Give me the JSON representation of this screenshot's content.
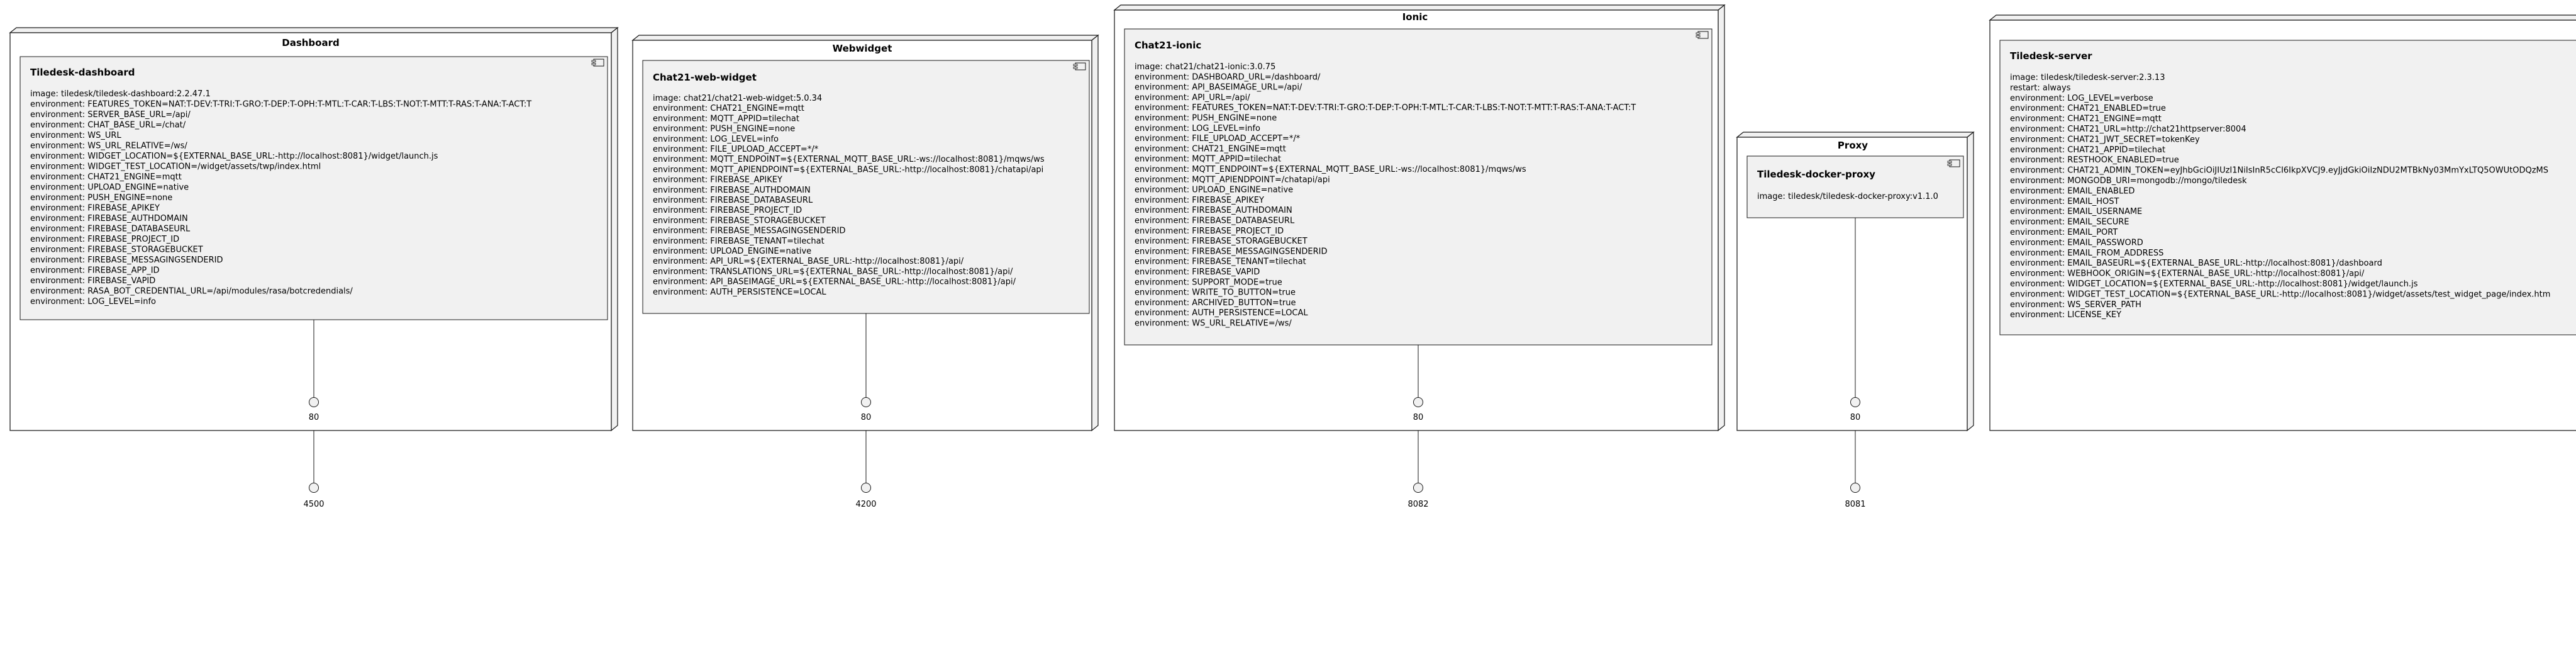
{
  "nodes": [
    {
      "title": "Dashboard",
      "component": {
        "name": "Tiledesk-dashboard",
        "lines": [
          "image: tiledesk/tiledesk-dashboard:2.2.47.1",
          "environment: FEATURES_TOKEN=NAT:T-DEV:T-TRI:T-GRO:T-DEP:T-OPH:T-MTL:T-CAR:T-LBS:T-NOT:T-MTT:T-RAS:T-ANA:T-ACT:T",
          "environment: SERVER_BASE_URL=/api/",
          "environment: CHAT_BASE_URL=/chat/",
          "environment: WS_URL",
          "environment: WS_URL_RELATIVE=/ws/",
          "environment: WIDGET_LOCATION=${EXTERNAL_BASE_URL:-http://localhost:8081}/widget/launch.js",
          "environment: WIDGET_TEST_LOCATION=/widget/assets/twp/index.html",
          "environment: CHAT21_ENGINE=mqtt",
          "environment: UPLOAD_ENGINE=native",
          "environment: PUSH_ENGINE=none",
          "environment: FIREBASE_APIKEY",
          "environment: FIREBASE_AUTHDOMAIN",
          "environment: FIREBASE_DATABASEURL",
          "environment: FIREBASE_PROJECT_ID",
          "environment: FIREBASE_STORAGEBUCKET",
          "environment: FIREBASE_MESSAGINGSENDERID",
          "environment: FIREBASE_APP_ID",
          "environment: FIREBASE_VAPID",
          "environment: RASA_BOT_CREDENTIAL_URL=/api/modules/rasa/botcredendials/",
          "environment: LOG_LEVEL=info"
        ]
      },
      "internal_port": "80",
      "external_port": "4500"
    },
    {
      "title": "Webwidget",
      "component": {
        "name": "Chat21-web-widget",
        "lines": [
          "image: chat21/chat21-web-widget:5.0.34",
          "environment: CHAT21_ENGINE=mqtt",
          "environment: MQTT_APPID=tilechat",
          "environment: PUSH_ENGINE=none",
          "environment: LOG_LEVEL=info",
          "environment: FILE_UPLOAD_ACCEPT=*/*",
          "environment: MQTT_ENDPOINT=${EXTERNAL_MQTT_BASE_URL:-ws://localhost:8081}/mqws/ws",
          "environment: MQTT_APIENDPOINT=${EXTERNAL_BASE_URL:-http://localhost:8081}/chatapi/api",
          "environment: FIREBASE_APIKEY",
          "environment: FIREBASE_AUTHDOMAIN",
          "environment: FIREBASE_DATABASEURL",
          "environment: FIREBASE_PROJECT_ID",
          "environment: FIREBASE_STORAGEBUCKET",
          "environment: FIREBASE_MESSAGINGSENDERID",
          "environment: FIREBASE_TENANT=tilechat",
          "environment: UPLOAD_ENGINE=native",
          "environment: API_URL=${EXTERNAL_BASE_URL:-http://localhost:8081}/api/",
          "environment: TRANSLATIONS_URL=${EXTERNAL_BASE_URL:-http://localhost:8081}/api/",
          "environment: API_BASEIMAGE_URL=${EXTERNAL_BASE_URL:-http://localhost:8081}/api/",
          "environment: AUTH_PERSISTENCE=LOCAL"
        ]
      },
      "internal_port": "80",
      "external_port": "4200"
    },
    {
      "title": "Ionic",
      "component": {
        "name": "Chat21-ionic",
        "lines": [
          "image: chat21/chat21-ionic:3.0.75",
          "environment: DASHBOARD_URL=/dashboard/",
          "environment: API_BASEIMAGE_URL=/api/",
          "environment: API_URL=/api/",
          "environment: FEATURES_TOKEN=NAT:T-DEV:T-TRI:T-GRO:T-DEP:T-OPH:T-MTL:T-CAR:T-LBS:T-NOT:T-MTT:T-RAS:T-ANA:T-ACT:T",
          "environment: PUSH_ENGINE=none",
          "environment: LOG_LEVEL=info",
          "environment: FILE_UPLOAD_ACCEPT=*/*",
          "environment: CHAT21_ENGINE=mqtt",
          "environment: MQTT_APPID=tilechat",
          "environment: MQTT_ENDPOINT=${EXTERNAL_MQTT_BASE_URL:-ws://localhost:8081}/mqws/ws",
          "environment: MQTT_APIENDPOINT=/chatapi/api",
          "environment: UPLOAD_ENGINE=native",
          "environment: FIREBASE_APIKEY",
          "environment: FIREBASE_AUTHDOMAIN",
          "environment: FIREBASE_DATABASEURL",
          "environment: FIREBASE_PROJECT_ID",
          "environment: FIREBASE_STORAGEBUCKET",
          "environment: FIREBASE_MESSAGINGSENDERID",
          "environment: FIREBASE_TENANT=tilechat",
          "environment: FIREBASE_VAPID",
          "environment: SUPPORT_MODE=true",
          "environment: WRITE_TO_BUTTON=true",
          "environment: ARCHIVED_BUTTON=true",
          "environment: AUTH_PERSISTENCE=LOCAL",
          "environment: WS_URL_RELATIVE=/ws/"
        ]
      },
      "internal_port": "80",
      "external_port": "8082"
    },
    {
      "title": "Proxy",
      "component": {
        "name": "Tiledesk-docker-proxy",
        "lines": [
          "image: tiledesk/tiledesk-docker-proxy:v1.1.0"
        ]
      },
      "internal_port": "80",
      "external_port": "8081"
    },
    {
      "title": "",
      "component": {
        "name": "Tiledesk-server",
        "lines": [
          "image: tiledesk/tiledesk-server:2.3.13",
          "restart: always",
          "environment: LOG_LEVEL=verbose",
          "environment: CHAT21_ENABLED=true",
          "environment: CHAT21_ENGINE=mqtt",
          "environment: CHAT21_URL=http://chat21httpserver:8004",
          "environment: CHAT21_JWT_SECRET=tokenKey",
          "environment: CHAT21_APPID=tilechat",
          "environment: RESTHOOK_ENABLED=true",
          "environment: CHAT21_ADMIN_TOKEN=eyJhbGciOiJIUzI1NiIsInR5cCI6IkpXVCJ9.eyJjdGkiOiIzNDU2MTBkNy03MmYxLTQ5OWUtODQzMS",
          "environment: MONGODB_URI=mongodb://mongo/tiledesk",
          "environment: EMAIL_ENABLED",
          "environment: EMAIL_HOST",
          "environment: EMAIL_USERNAME",
          "environment: EMAIL_SECURE",
          "environment: EMAIL_PORT",
          "environment: EMAIL_PASSWORD",
          "environment: EMAIL_FROM_ADDRESS",
          "environment: EMAIL_BASEURL=${EXTERNAL_BASE_URL:-http://localhost:8081}/dashboard",
          "environment: WEBHOOK_ORIGIN=${EXTERNAL_BASE_URL:-http://localhost:8081}/api/",
          "environment: WIDGET_LOCATION=${EXTERNAL_BASE_URL:-http://localhost:8081}/widget/launch.js",
          "environment: WIDGET_TEST_LOCATION=${EXTERNAL_BASE_URL:-http://localhost:8081}/widget/assets/test_widget_page/index.htm",
          "environment: WS_SERVER_PATH",
          "environment: LICENSE_KEY"
        ]
      },
      "internal_port": "",
      "external_port": ""
    }
  ]
}
